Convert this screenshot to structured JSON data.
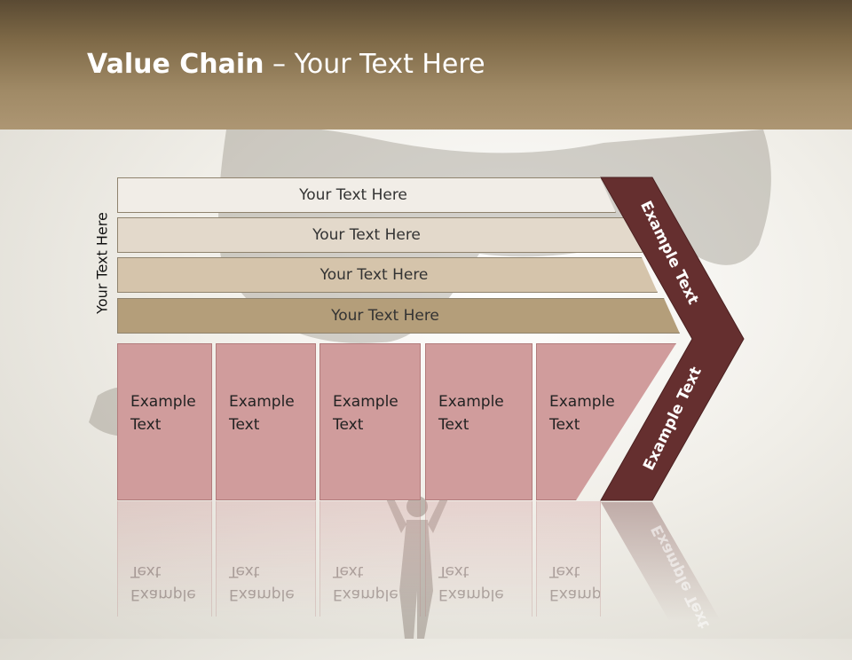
{
  "slide": {
    "title_bold": "Value Chain",
    "title_rest": " – Your Text Here",
    "side_label": "Your Text Here",
    "bars": [
      {
        "label": "Your Text Here"
      },
      {
        "label": "Your Text Here"
      },
      {
        "label": "Your Text Here"
      },
      {
        "label": "Your Text Here"
      }
    ],
    "boxes": [
      {
        "line1": "Example",
        "line2": "Text"
      },
      {
        "line1": "Example",
        "line2": "Text"
      },
      {
        "line1": "Example",
        "line2": "Text"
      },
      {
        "line1": "Example",
        "line2": "Text"
      },
      {
        "line1": "Example",
        "line2": "Text"
      }
    ],
    "chevron": {
      "upper_label": "Example Text",
      "lower_label": "Example Text"
    },
    "colors": {
      "header": "#8a7452",
      "chevron": "#652f2f",
      "box": "#d09c9c"
    }
  }
}
